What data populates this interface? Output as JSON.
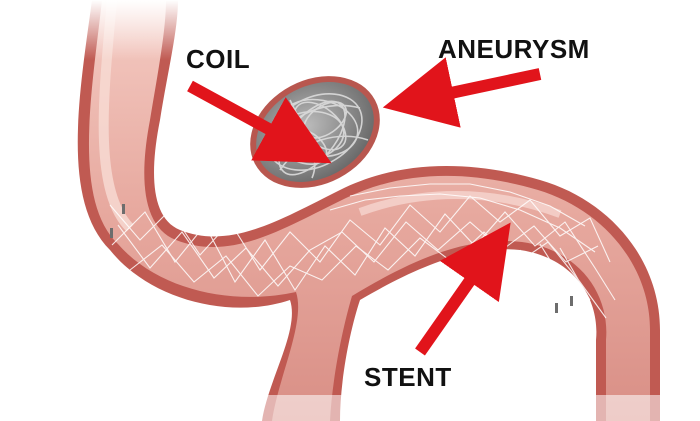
{
  "labels": {
    "coil": "COIL",
    "aneurysm": "ANEURYSM",
    "stent": "STENT"
  },
  "colors": {
    "vessel_fill": "#e8aea4",
    "vessel_edge": "#b94a44",
    "vessel_highlight": "#f6d4cc",
    "stent_mesh": "#ffffff",
    "coil_fill": "#8e8e8e",
    "coil_wire": "#d9d9d9",
    "arrow": "#e1141b"
  }
}
